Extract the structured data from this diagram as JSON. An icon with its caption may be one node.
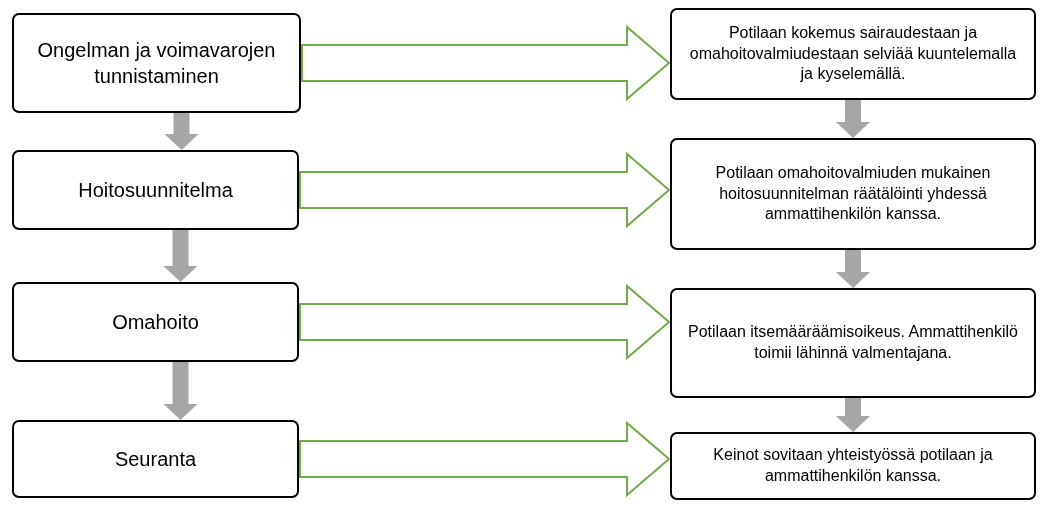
{
  "diagram": {
    "nodes": [
      {
        "text": [
          "Ongelman  ja voimavarojen tunnistaminen"
        ]
      },
      {
        "text": [
          "Hoitosuunnitelma"
        ]
      },
      {
        "text": [
          "Omahoito"
        ]
      },
      {
        "text": [
          "Seuranta"
        ]
      },
      {
        "text": [
          "Potilaan kokemus sairaudestaan ja omahoitovalmiudestaan selviää kuuntelemalla ja kyselemällä."
        ]
      },
      {
        "text": [
          "Potilaan omahoitovalmiuden mukainen hoitosuunnitelman räätälöinti yhdessä ammattihenkilön kanssa."
        ]
      },
      {
        "text": [
          "Potilaan itsemääräämisoikeus. Ammattihenkilö toimii lähinnä valmentajana."
        ]
      },
      {
        "text": [
          "Keinot sovitaan yhteistyössä potilaan ja ammattihenkilön kanssa."
        ]
      }
    ],
    "edges": [
      {
        "from": 0,
        "to": 1,
        "arrow": "to"
      },
      {
        "from": 1,
        "to": 2,
        "arrow": "to"
      },
      {
        "from": 2,
        "to": 3,
        "arrow": "to"
      },
      {
        "from": 4,
        "to": 5,
        "arrow": "to"
      },
      {
        "from": 5,
        "to": 6,
        "arrow": "to"
      },
      {
        "from": 6,
        "to": 7,
        "arrow": "to"
      },
      {
        "from": 0,
        "to": 4,
        "arrow": "to",
        "color": "#70ad47"
      },
      {
        "from": 1,
        "to": 5,
        "arrow": "to",
        "color": "#70ad47"
      },
      {
        "from": 2,
        "to": 6,
        "arrow": "to",
        "color": "#70ad47"
      },
      {
        "from": 3,
        "to": 7,
        "arrow": "to",
        "color": "#70ad47"
      }
    ]
  }
}
